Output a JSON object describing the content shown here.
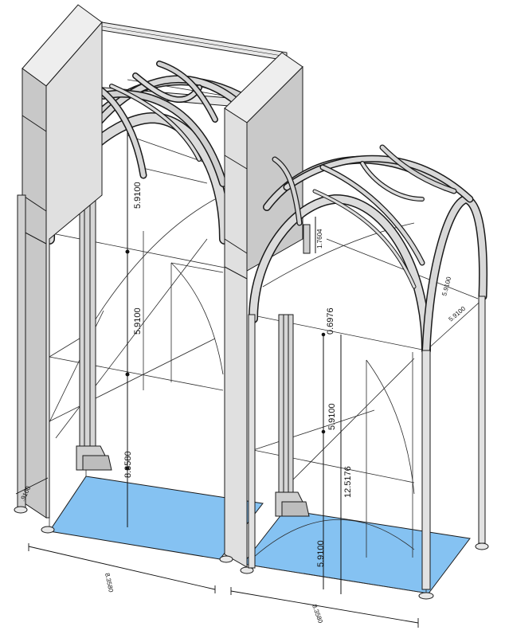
{
  "colors": {
    "floor": "#85c2f2",
    "pier_front": "#e4e4e4",
    "pier_side": "#c9c9c9",
    "pier_dark": "#b3b3b3",
    "rib": "#d8d8d8",
    "line": "#1a1a1a",
    "construction": "#2b2b2b"
  },
  "dimensions": {
    "tall_bay_upper": "5.9100",
    "tall_bay_middle": "5.9100",
    "tall_bay_lower": "8.3580",
    "tall_bay_left_depth": ".9100",
    "tall_bay_base_width": "8.3580",
    "short_bay_key_offset": "1.7604",
    "short_bay_right_1": "5.9100",
    "short_bay_right_2": "5.9100",
    "short_bay_rise": "0.6976",
    "short_bay_upper": "5.9100",
    "short_bay_total": "12.5176",
    "short_bay_lower": "5.9100",
    "short_bay_base_width": "8.3580"
  }
}
